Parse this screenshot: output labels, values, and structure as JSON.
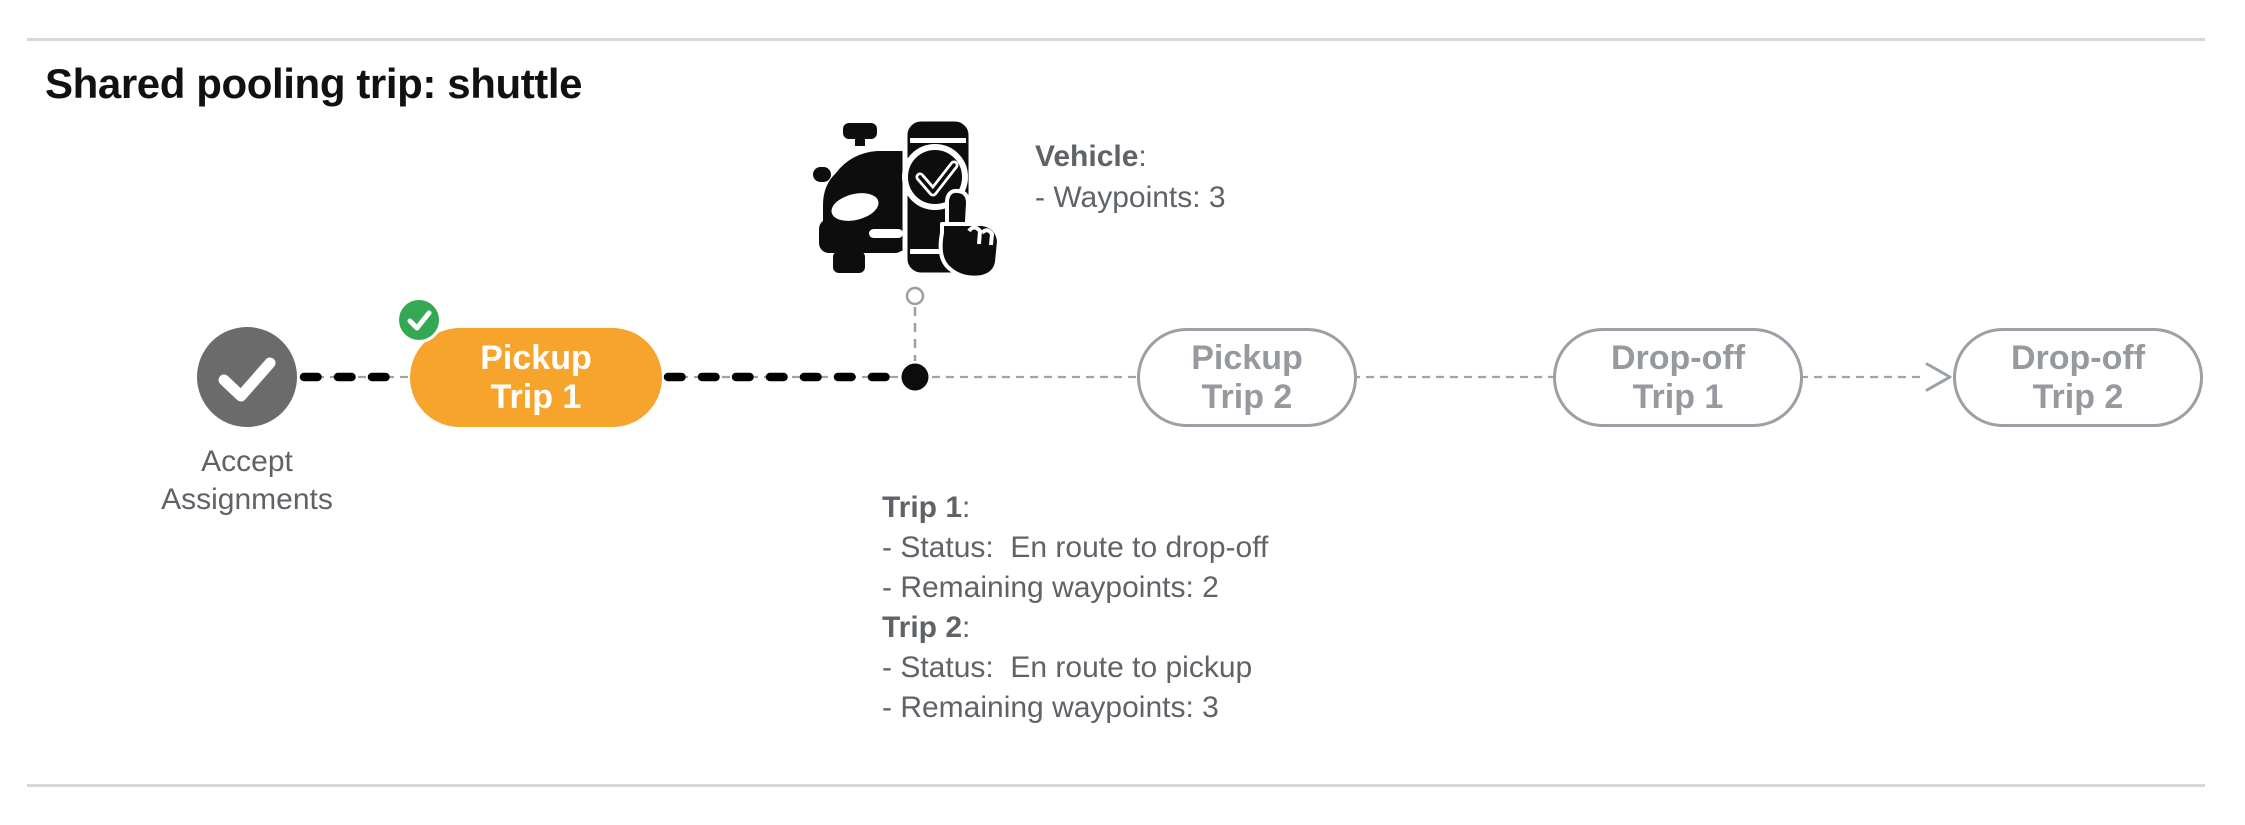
{
  "header": {
    "title": "Shared pooling trip: shuttle"
  },
  "vehicle_panel": {
    "heading": "Vehicle",
    "colon": ":",
    "waypoints_line": "- Waypoints: 3"
  },
  "timeline": {
    "accept": {
      "line1": "Accept",
      "line2": "Assignments",
      "state": "completed"
    },
    "pills": [
      {
        "line1": "Pickup",
        "line2": "Trip 1",
        "state": "active"
      },
      {
        "line1": "Pickup",
        "line2": "Trip 2",
        "state": "upcoming"
      },
      {
        "line1": "Drop-off",
        "line2": "Trip 1",
        "state": "upcoming"
      },
      {
        "line1": "Drop-off",
        "line2": "Trip 2",
        "state": "upcoming"
      }
    ]
  },
  "status_panel": {
    "trip1": {
      "heading": "Trip 1",
      "colon": ":",
      "status_line": "- Status:  En route to drop-off",
      "remaining_line": "- Remaining waypoints: 2"
    },
    "trip2": {
      "heading": "Trip 2",
      "colon": ":",
      "status_line": "- Status:  En route to pickup",
      "remaining_line": "- Remaining waypoints: 3"
    }
  },
  "icons": {
    "accept_check": "check",
    "active_pill_badge": "check",
    "vehicle": "robotaxi-phone-check",
    "current_position": "filled-dot",
    "vehicle_anchor": "open-dot",
    "next_arrow": "arrow-right"
  },
  "colors": {
    "active_pill": "#f7a42d",
    "badge_green": "#34a853",
    "completed_circle": "#6b6b6b",
    "pending_border": "#9aa0a6",
    "pending_text": "#96999e",
    "body_text": "#5f6368",
    "traveled_path": "#000000",
    "future_path": "#9e9e9e"
  }
}
